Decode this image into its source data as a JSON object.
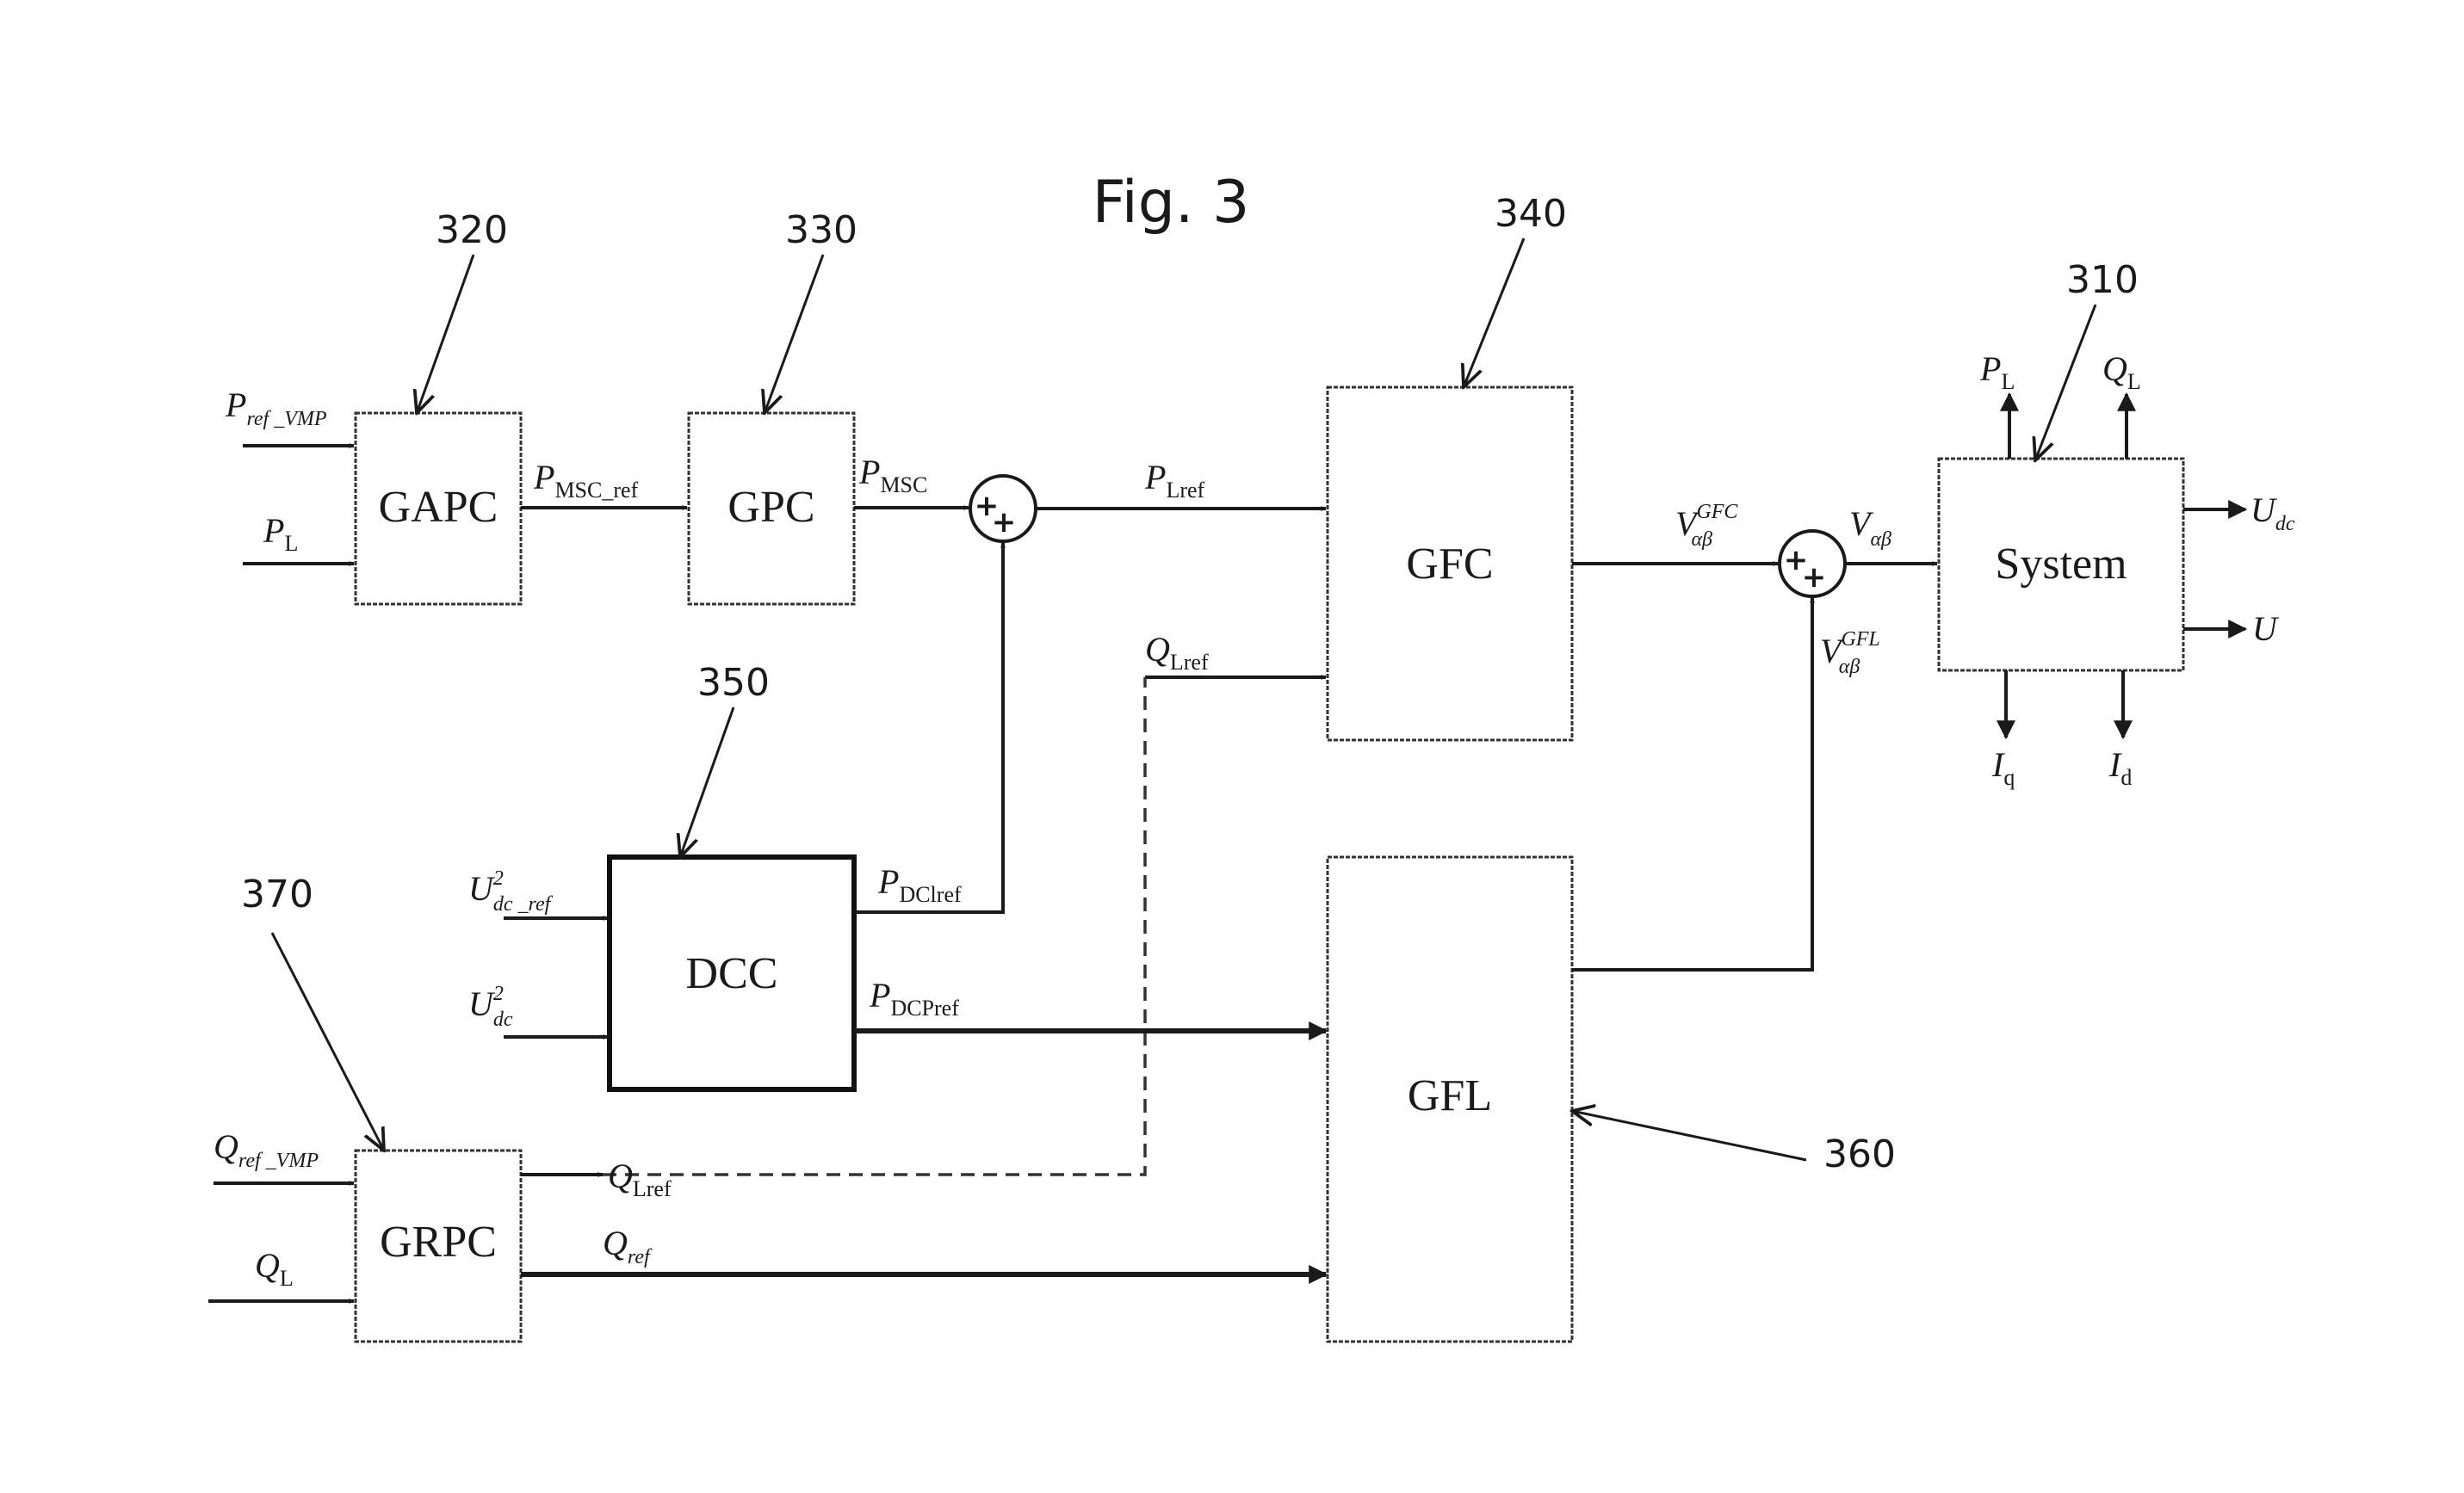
{
  "title": "Fig. 3",
  "blocks": {
    "gapc": "GAPC",
    "gpc": "GPC",
    "gfc": "GFC",
    "dcc": "DCC",
    "gfl": "GFL",
    "grpc": "GRPC",
    "system": "System"
  },
  "refs": {
    "gapc": "320",
    "gpc": "330",
    "gfc": "340",
    "system": "310",
    "dcc": "350",
    "grpc": "370",
    "gfl": "360"
  },
  "signals": {
    "p_ref_vmp": {
      "main": "P",
      "sub": "ref _VMP"
    },
    "p_l_in": {
      "main": "P",
      "sub": "L"
    },
    "p_msc_ref": {
      "main": "P",
      "sub": "MSC_ref"
    },
    "p_msc": {
      "main": "P",
      "sub": "MSC"
    },
    "p_lref": {
      "main": "P",
      "sub": "Lref"
    },
    "q_lref_gfc": {
      "main": "Q",
      "sub": "Lref"
    },
    "v_gfc": {
      "main": "V",
      "sub": "αβ",
      "sup": "GFC"
    },
    "v_ab": {
      "main": "V",
      "sub": "αβ"
    },
    "v_gfl": {
      "main": "V",
      "sub": "αβ",
      "sup": "GFL"
    },
    "p_l_out": {
      "main": "P",
      "sub": "L"
    },
    "q_l_out": {
      "main": "Q",
      "sub": "L"
    },
    "u_dc_out": {
      "main": "U",
      "sub": "dc"
    },
    "u_out": {
      "main": "U"
    },
    "i_q": {
      "main": "I",
      "sub": "q"
    },
    "i_d": {
      "main": "I",
      "sub": "d"
    },
    "u2_dc_ref": {
      "main": "U",
      "sub": "dc _ref",
      "sup": "2"
    },
    "u2_dc": {
      "main": "U",
      "sub": "dc",
      "sup": "2"
    },
    "p_dclref": {
      "main": "P",
      "sub": "DClref"
    },
    "p_dcpref": {
      "main": "P",
      "sub": "DCPref"
    },
    "q_ref_vmp": {
      "main": "Q",
      "sub": "ref _VMP"
    },
    "q_l_in": {
      "main": "Q",
      "sub": "L"
    },
    "q_lref_grpc": {
      "main": "Q",
      "sub": "Lref"
    },
    "q_ref": {
      "main": "Q",
      "sub": "ref"
    }
  },
  "sum_signs": {
    "sum1": [
      "+",
      "+"
    ],
    "sum2": [
      "+",
      "+"
    ]
  }
}
